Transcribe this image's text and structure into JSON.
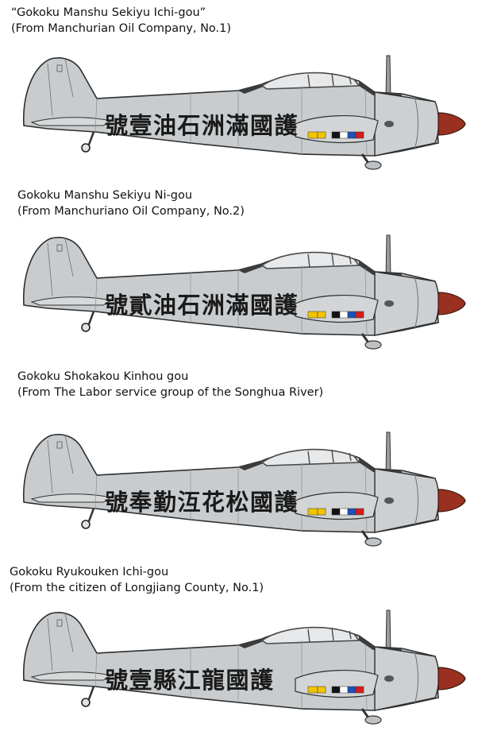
{
  "aircraft": [
    {
      "name": "“Gokoku Manshu Sekiyu Ichi-gou”",
      "source": "(From Manchurian Oil Company, No.1)",
      "kanji": "號壹油石洲滿國護"
    },
    {
      "name": "Gokoku Manshu Sekiyu Ni-gou",
      "source": "(From Manchuriano Oil Company, No.2)",
      "kanji": "號貳油石洲滿國護"
    },
    {
      "name": "Gokoku Shokakou Kinhou gou",
      "source": "(From The Labor service group of the Songhua River)",
      "kanji": "號奉勤沍花松國護"
    },
    {
      "name": "Gokoku Ryukouken Ichi-gou",
      "source": "(From the citizen of Longjiang County, No.1)",
      "kanji": "號壹縣江龍國護"
    }
  ],
  "colors": {
    "fuselage": "#c9ccce",
    "canopy_frame": "#4a4a4a",
    "anti_glare": "#3c3c3c",
    "spinner": "#9a3020",
    "kanji": "#1a1a1a",
    "stripe_yellow": "#f2c400",
    "stripe_blue": "#1d4fb8",
    "stripe_white": "#ffffff",
    "stripe_black": "#111111",
    "stripe_red": "#d41c1c"
  }
}
